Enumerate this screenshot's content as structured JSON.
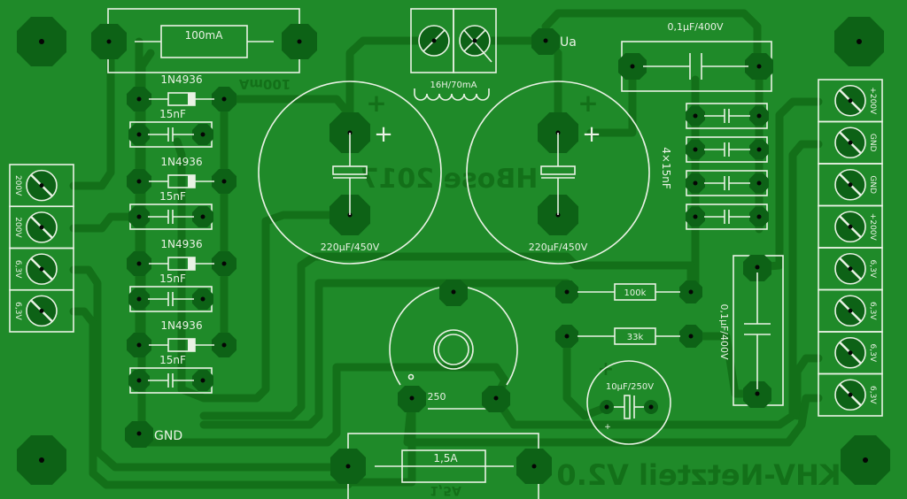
{
  "board": {
    "colors": {
      "substrate": "#1f8a29",
      "copper": "#137019",
      "pad": "#0d6216",
      "silkscreen": "#e9f2e4"
    },
    "fuse_top": {
      "label": "100mA",
      "mirrored_label": "100mA"
    },
    "diodes": [
      {
        "label": "1N4936",
        "cap_label": "15nF"
      },
      {
        "label": "1N4936",
        "cap_label": "15nF"
      },
      {
        "label": "1N4936",
        "cap_label": "15nF"
      },
      {
        "label": "1N4936",
        "cap_label": "15nF"
      }
    ],
    "left_terminals": [
      "200V",
      "200V",
      "6,3V",
      "6,3V"
    ],
    "caps_big": [
      {
        "label": "220µF/450V",
        "polarity": "+"
      },
      {
        "label": "220µF/450V",
        "polarity": "+"
      }
    ],
    "choke": {
      "label": "16H/70mA"
    },
    "ua_label": "Ua",
    "cap_top": {
      "label": "0,1µF/400V"
    },
    "cap_bank": {
      "label": "4×15nF"
    },
    "right_terminals": [
      "+200V",
      "GND",
      "GND",
      "+200V",
      "6,3V",
      "6,3V",
      "6,3V",
      "6,3V"
    ],
    "cap_vertical": {
      "label": "0,1µF/400V"
    },
    "resistors": [
      {
        "label": "100k"
      },
      {
        "label": "33k"
      }
    ],
    "pot": {
      "label": "250"
    },
    "cap_small": {
      "label": "10µF/250V",
      "polarity": "+"
    },
    "gnd_label": "GND",
    "fuse_bottom": {
      "label": "1,5A",
      "mirrored_label": "1,5A"
    },
    "mirrored_texts": {
      "author": "HBose 2017",
      "title": "KHV-Netzteil V2.0",
      "plus": "+"
    }
  }
}
